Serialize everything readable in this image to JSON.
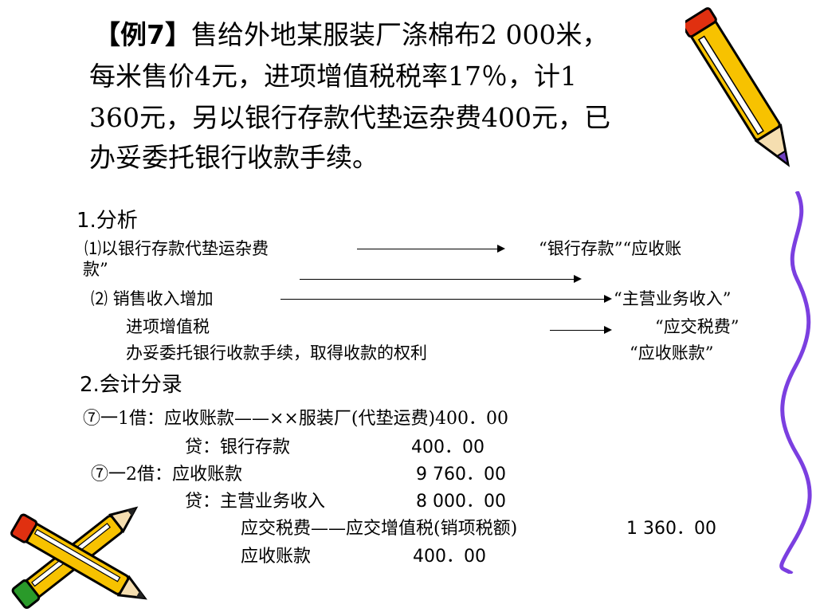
{
  "title": {
    "bracket_label": "【例7】",
    "line1_rest": "售给外地某服装厂涤棉布2 000米，",
    "line2": "每米售价4元，进项增值税税率17％，计1",
    "line3": "360元，另以银行存款代垫运杂费400元，已",
    "line4": "办妥委托银行收款手续。"
  },
  "analysis": {
    "heading": "1.分析",
    "item1_left": "⑴以银行存款代垫运杂费",
    "item1_right": "“银行存款”“应收账",
    "item1_wrap": "款”",
    "item2_left": "⑵ 销售收入增加",
    "item2_right": "“主营业务收入”",
    "item3_left": "进项增值税",
    "item3_right": "“应交税费”",
    "item4_left": "办妥委托银行收款手续，取得收款的权利",
    "item4_right": "“应收账款”"
  },
  "entries": {
    "heading": "2.会计分录",
    "line1": "⑦一1借：应收账款——××服装厂(代垫运费)400．00",
    "line2_label": "贷：银行存款",
    "line2_amount": "400．00",
    "line3_label": "⑦一2借：应收账款",
    "line3_amount": "9 760．00",
    "line4_label": "贷：主营业务收入",
    "line4_amount": "8 000．00",
    "line5_label": "应交税费——应交增值税(销项税额)",
    "line5_amount": "1 360．00",
    "line6_label": "应收账款",
    "line6_amount": "400．00"
  },
  "icons": {
    "pencil_top_right": "pencil-icon",
    "pencils_bottom_left": "crossed-pencils-icon",
    "wavy_border": "wavy-line-decoration"
  },
  "colors": {
    "pencil_body": "#f7c200",
    "pencil_stripe": "#ffffff",
    "pencil_end": "#e03010",
    "pencil_green_end": "#2a9a2a",
    "wavy_line": "#7b3fe0"
  }
}
